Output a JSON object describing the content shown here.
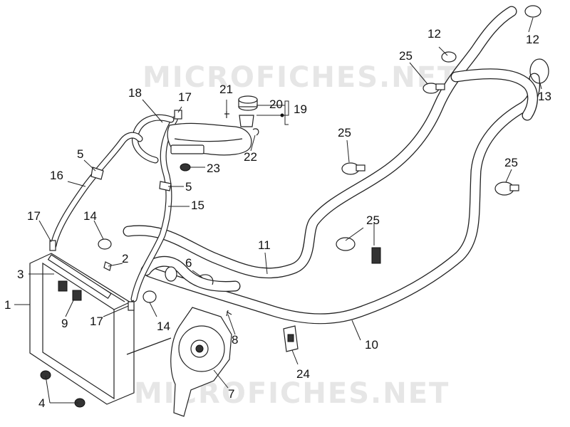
{
  "watermark": "MICROFICHES.NET",
  "callouts": {
    "c1": "1",
    "c2": "2",
    "c3": "3",
    "c4": "4",
    "c5a": "5",
    "c5b": "5",
    "c6": "6",
    "c7": "7",
    "c8": "8",
    "c9": "9",
    "c10": "10",
    "c11": "11",
    "c12a": "12",
    "c12b": "12",
    "c13": "13",
    "c14a": "14",
    "c14b": "14",
    "c15": "15",
    "c16": "16",
    "c17a": "17",
    "c17b": "17",
    "c17c": "17",
    "c18": "18",
    "c19": "19",
    "c20": "20",
    "c21": "21",
    "c22": "22",
    "c23": "23",
    "c24": "24",
    "c25a": "25",
    "c25b": "25",
    "c25c": "25",
    "c25d": "25"
  }
}
